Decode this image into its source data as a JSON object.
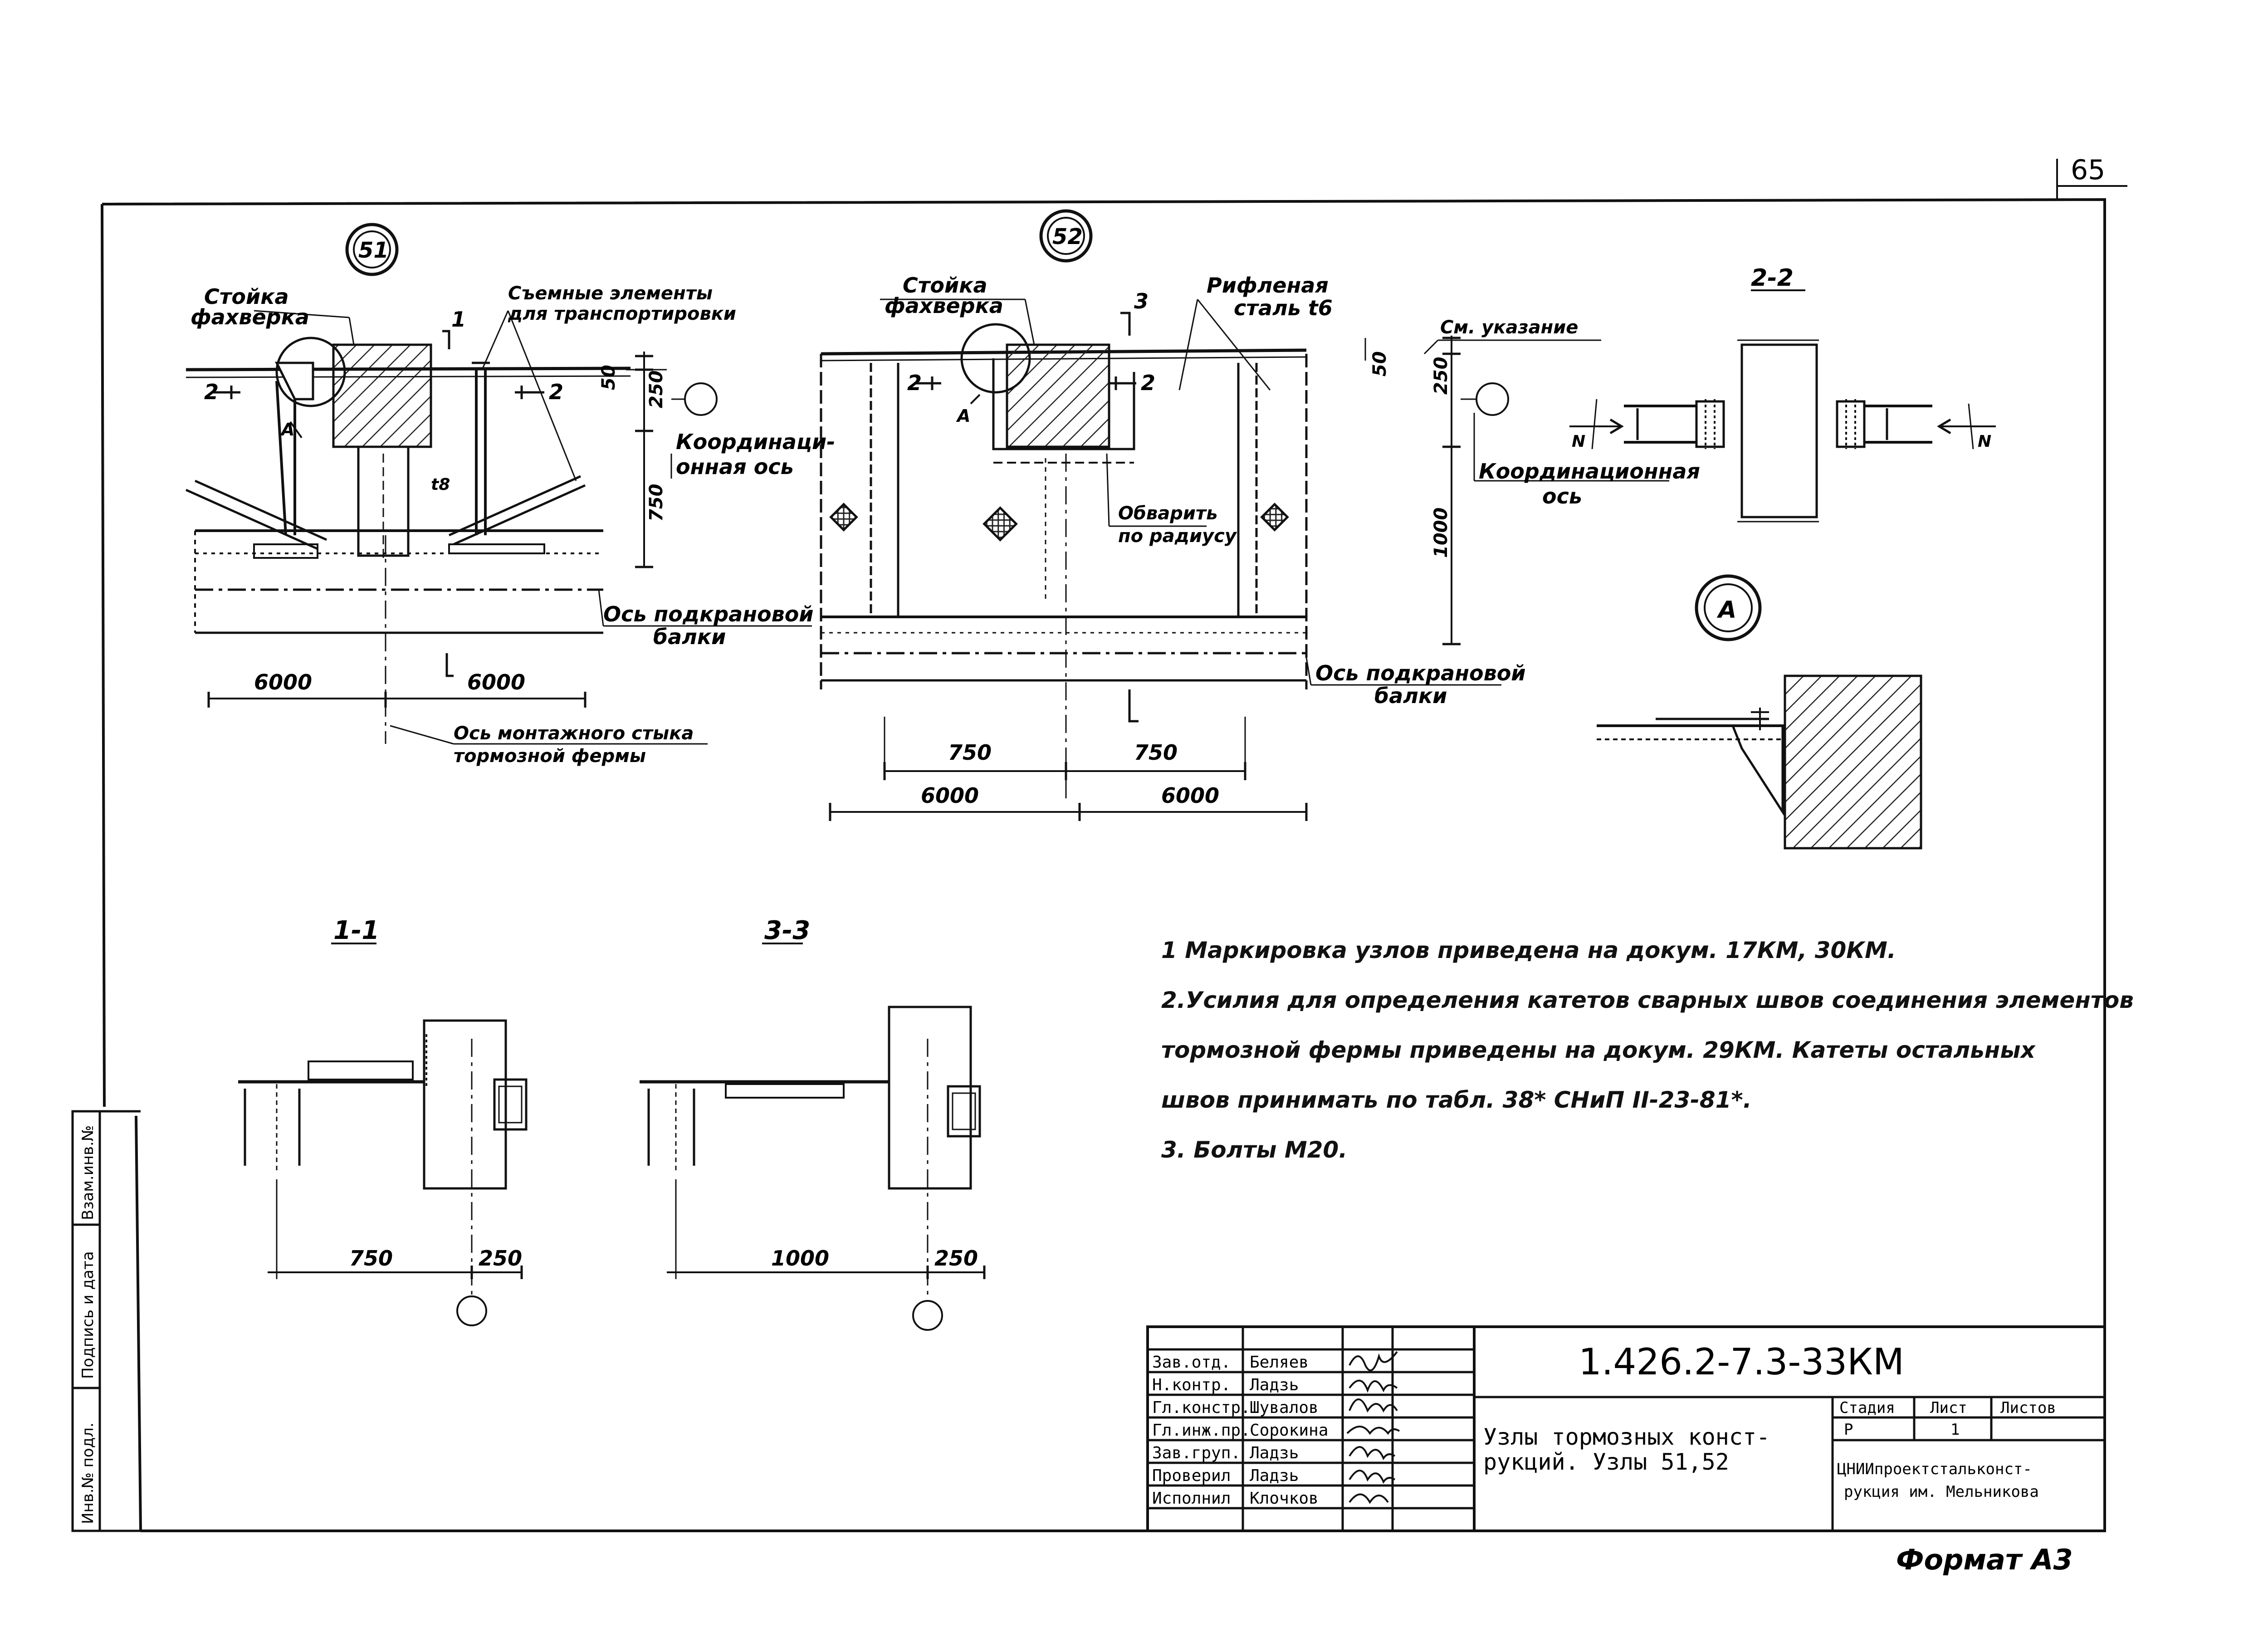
{
  "sheet": {
    "page_number": "65",
    "format_label": "Формат А3"
  },
  "nodes": {
    "n51": "51",
    "n52": "52",
    "detail_a": "А"
  },
  "node51": {
    "label_post": [
      "Стойка",
      "фахверка"
    ],
    "label_removable": [
      "Съемные элементы",
      "для транспортировки"
    ],
    "cut1": "1",
    "cut2_left": "2",
    "cut2_right": "2",
    "dim50": "50",
    "dim250": "250",
    "dim750": "750",
    "dim_t8": "t8",
    "label_coord_axis": [
      "Координаци-",
      "онная ось"
    ],
    "label_crane_beam_axis": [
      "Ось подкрановой",
      "балки"
    ],
    "label_mount_joint": [
      "Ось монтажного стыка",
      "тормозной фермы"
    ],
    "dim6000_left": "6000",
    "dim6000_right": "6000",
    "detail_ref": "А"
  },
  "node52": {
    "label_post": [
      "Стойка",
      "фахверка"
    ],
    "label_ribbed": [
      "Рифленая",
      "сталь t6"
    ],
    "label_see_note": "См. указание",
    "cut3": "3",
    "cut2_left": "2",
    "cut2_right": "2",
    "detail_ref": "А",
    "label_weld_radius": [
      "Обварить",
      "по радиусу"
    ],
    "dim50": "50",
    "dim250": "250",
    "dim1000": "1000",
    "label_coord_axis": [
      "Координационная",
      "ось"
    ],
    "label_crane_beam_axis": [
      "Ось подкрановой",
      "балки"
    ],
    "dim750_left": "750",
    "dim750_right": "750",
    "dim6000_left": "6000",
    "dim6000_right": "6000"
  },
  "section22": {
    "title": "2-2",
    "force_left": "N",
    "force_right": "N"
  },
  "section11": {
    "title": "1-1",
    "dim750": "750",
    "dim250": "250"
  },
  "section33": {
    "title": "3-3",
    "dim1000": "1000",
    "dim250": "250"
  },
  "notes": [
    "1 Маркировка узлов приведена на докум. 17КМ, 30КМ.",
    "2.Усилия для определения катетов сварных швов соединения элементов",
    "тормозной фермы приведены на докум. 29КМ. Катеты остальных",
    "швов принимать по табл. 38* СНиП II-23-81*.",
    "3. Болты М20."
  ],
  "side_stamp": [
    "Инв.№ подл.",
    "Подпись и дата",
    "Взам.инв.№"
  ],
  "title_block": {
    "doc_code": "1.426.2-7.3-33КМ",
    "title_line1": "Узлы тормозных конст-",
    "title_line2": "рукций. Узлы 51,52",
    "stage_header": "Стадия",
    "sheet_header": "Лист",
    "sheets_header": "Листов",
    "stage_value": "Р",
    "sheet_value": "1",
    "org_line1": "ЦНИИпроектстальконст-",
    "org_line2": "рукция им. Мельникова",
    "rows": [
      {
        "role": "Зав.отд.",
        "name": "Беляев"
      },
      {
        "role": "Н.контр.",
        "name": "Ладзь"
      },
      {
        "role": "Гл.констр.",
        "name": "Шувалов"
      },
      {
        "role": "Гл.инж.пр.",
        "name": "Сорокина"
      },
      {
        "role": "Зав.груп.",
        "name": "Ладзь"
      },
      {
        "role": "Проверил",
        "name": "Ладзь"
      },
      {
        "role": "Исполнил",
        "name": "Клочков"
      }
    ]
  }
}
